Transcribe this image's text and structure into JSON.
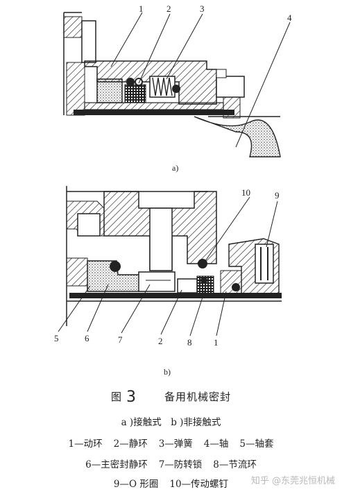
{
  "figure": {
    "label_a": "a)",
    "label_b": "b)",
    "top_callouts": [
      "1",
      "2",
      "3",
      "4"
    ],
    "bottom_callouts_top": [
      "10",
      "9"
    ],
    "bottom_callouts_bottom": [
      "5",
      "6",
      "7",
      "2",
      "8",
      "1"
    ]
  },
  "caption": {
    "fig_label": "图",
    "fig_number": "3",
    "title": "备用机械密封",
    "subtitle": "a )接触式　b )非接触式",
    "legend_line1": [
      "1—动环",
      "2—静环",
      "3—弹簧",
      "4—轴",
      "5—轴套"
    ],
    "legend_line2": [
      "6—主密封静环",
      "7—防转锁",
      "8—节流环"
    ],
    "legend_line3": [
      "9—O 形圈",
      "10—传动螺钉"
    ]
  },
  "watermark": "知乎 @东莞兆恒机械"
}
